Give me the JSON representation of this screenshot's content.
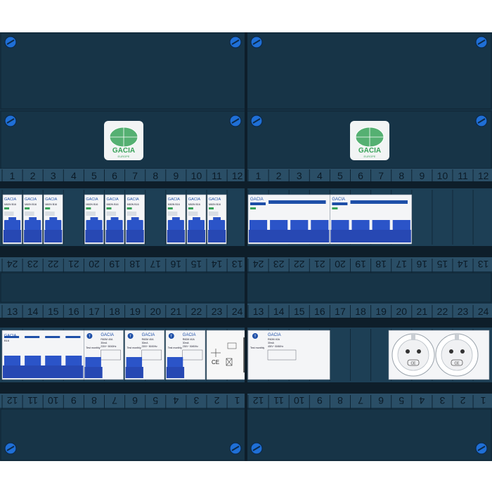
{
  "colors": {
    "panel": "#173447",
    "panel_edge": "#0f2433",
    "rail": "#0e1e2a",
    "strip": "#1d3f55",
    "breaker_body": "#f4f5f7",
    "breaker_blue": "#2b54c8",
    "screw": "#1f6fd6",
    "logo_green": "#3aa35a"
  },
  "logo": {
    "brand": "GACIA",
    "tagline": "EUROPE"
  },
  "rows": {
    "top_numbers": [
      "1",
      "2",
      "3",
      "4",
      "5",
      "6",
      "7",
      "8",
      "9",
      "10",
      "11",
      "12"
    ],
    "second_numbers": [
      "24",
      "23",
      "22",
      "21",
      "20",
      "19",
      "18",
      "17",
      "16",
      "15",
      "14",
      "13"
    ],
    "third_numbers": [
      "13",
      "14",
      "15",
      "16",
      "17",
      "18",
      "19",
      "20",
      "21",
      "22",
      "23",
      "24"
    ],
    "bottom_numbers": [
      "12",
      "11",
      "10",
      "9",
      "8",
      "7",
      "6",
      "5",
      "4",
      "3",
      "2",
      "1"
    ]
  },
  "breakers": {
    "brand": "GACIA",
    "mcb_model": "M60N",
    "mcb_rating": "B16",
    "cb2_rating": "B16",
    "rcd_model": "R60M",
    "rcd_rating": "40A",
    "rcd_sens": "30mA",
    "rcd_voltage": "230V~",
    "rcd_voltage_4p": "400V~",
    "rcd_freq": "50/60Hz",
    "test_label": "Test monthly",
    "test_symbol": "T",
    "ce": "CE"
  }
}
